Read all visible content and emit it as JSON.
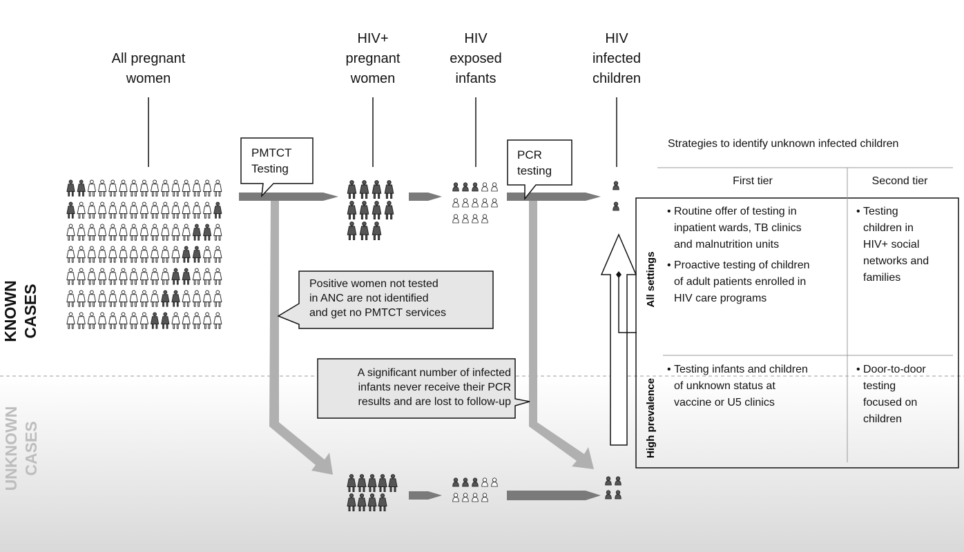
{
  "columns": [
    {
      "lines": [
        "All pregnant",
        "women"
      ]
    },
    {
      "lines": [
        "HIV+",
        "pregnant",
        "women"
      ]
    },
    {
      "lines": [
        "HIV",
        "exposed",
        "infants"
      ]
    },
    {
      "lines": [
        "HIV",
        "infected",
        "children"
      ]
    }
  ],
  "side_labels": {
    "known": [
      "KNOWN",
      "CASES"
    ],
    "unknown": [
      "UNKNOWN",
      "CASES"
    ]
  },
  "callouts": {
    "pmtct": [
      "PMTCT",
      "Testing"
    ],
    "pcr": [
      "PCR",
      "testing"
    ],
    "positive_women": [
      "Positive women not tested",
      "in ANC are not identified",
      "and get no PMTCT services"
    ],
    "infected_infants": [
      "A significant number of infected",
      "infants never receive their PCR",
      "results and are lost to follow-up"
    ]
  },
  "strategies": {
    "title": "Strategies to identify unknown infected children",
    "tier_headers": [
      "First tier",
      "Second tier"
    ],
    "rows": [
      {
        "label": "All settings",
        "first_tier": [
          [
            "Routine offer of testing in",
            "inpatient wards, TB clinics",
            "and malnutrition units"
          ],
          [
            "Proactive testing of children",
            "of adult patients enrolled in",
            "HIV care programs"
          ]
        ],
        "second_tier": [
          [
            "Testing",
            "children in",
            "HIV+ social",
            "networks and",
            "families"
          ]
        ]
      },
      {
        "label": "High prevalence",
        "first_tier": [
          [
            "Testing infants and children",
            "of unknown status at",
            "vaccine or U5 clinics"
          ]
        ],
        "second_tier": [
          [
            "Door-to-door",
            "testing",
            "focused on",
            "children"
          ]
        ]
      }
    ]
  },
  "icon_groups": {
    "all_women": {
      "icon": "woman-icon",
      "rows": 7,
      "cols": 15,
      "dark": 0.12
    },
    "hiv_pos_women": {
      "icon": "woman-icon",
      "rows": 3,
      "cols": 4,
      "count": 11,
      "dark": 1.0
    },
    "exposed_infants": {
      "icon": "infant-icon",
      "rows": 3,
      "cols": 5,
      "count": 14,
      "dark": 0.15
    },
    "infected_children": {
      "icon": "infant-icon",
      "count": 2,
      "dark": 1.0
    },
    "unknown_women": {
      "icon": "woman-icon",
      "rows": 2,
      "cols": 5,
      "count": 9,
      "dark": 1.0
    },
    "unknown_infants": {
      "icon": "infant-icon",
      "rows": 2,
      "cols": 5,
      "count": 9,
      "dark": 0.2
    },
    "unknown_children": {
      "icon": "infant-icon",
      "rows": 2,
      "cols": 2,
      "count": 4,
      "dark": 1.0
    }
  },
  "colors": {
    "dark_gray": "#7a7a7a",
    "light_gray": "#b0b0b0",
    "callout_fill": "#e6e6e6",
    "icon_dark": "#555555",
    "icon_outline": "#222222",
    "unknown_text": "#bdbdbd",
    "gradient_bottom": "#d9d9d9"
  }
}
